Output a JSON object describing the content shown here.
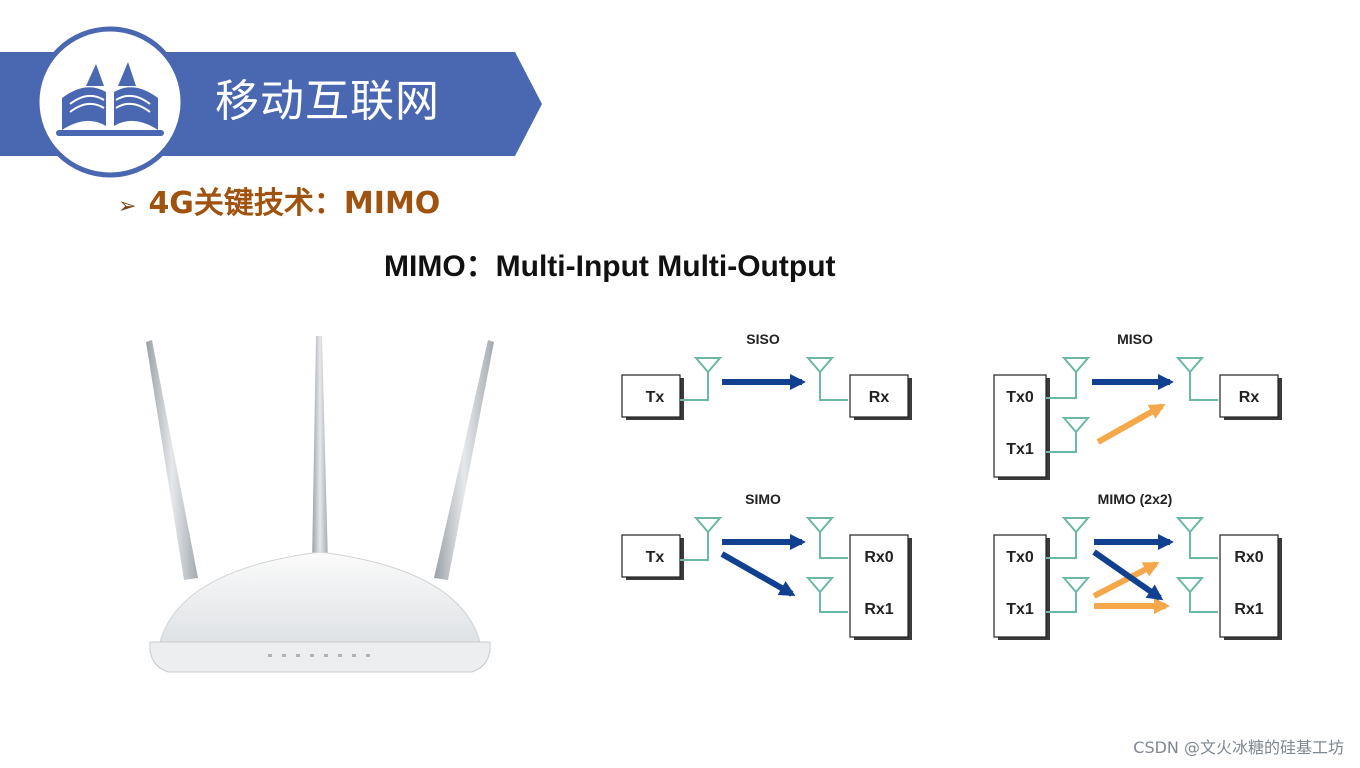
{
  "header": {
    "title": "移动互联网",
    "icon": "open-book-icon",
    "colors": {
      "band": "#4a67b1",
      "circle_border": "#4a67b1",
      "icon": "#4a67b1"
    }
  },
  "bullet": {
    "marker": "➢",
    "text": "4G关键技术：MIMO",
    "color": "#a0520f"
  },
  "subtitle": "MIMO：Multi-Input Multi-Output",
  "diagram": {
    "colors": {
      "primary_arrow": "#10408f",
      "secondary_arrow": "#f5a84a",
      "antenna": "#6bb8a8"
    },
    "panels": {
      "siso": {
        "title": "SISO",
        "tx": [
          "Tx"
        ],
        "rx": [
          "Rx"
        ]
      },
      "miso": {
        "title": "MISO",
        "tx": [
          "Tx0",
          "Tx1"
        ],
        "rx": [
          "Rx"
        ]
      },
      "simo": {
        "title": "SIMO",
        "tx": [
          "Tx"
        ],
        "rx": [
          "Rx0",
          "Rx1"
        ]
      },
      "mimo": {
        "title": "MIMO (2x2)",
        "tx": [
          "Tx0",
          "Tx1"
        ],
        "rx": [
          "Rx0",
          "Rx1"
        ]
      }
    }
  },
  "watermark": "CSDN @文火冰糖的硅基工坊"
}
